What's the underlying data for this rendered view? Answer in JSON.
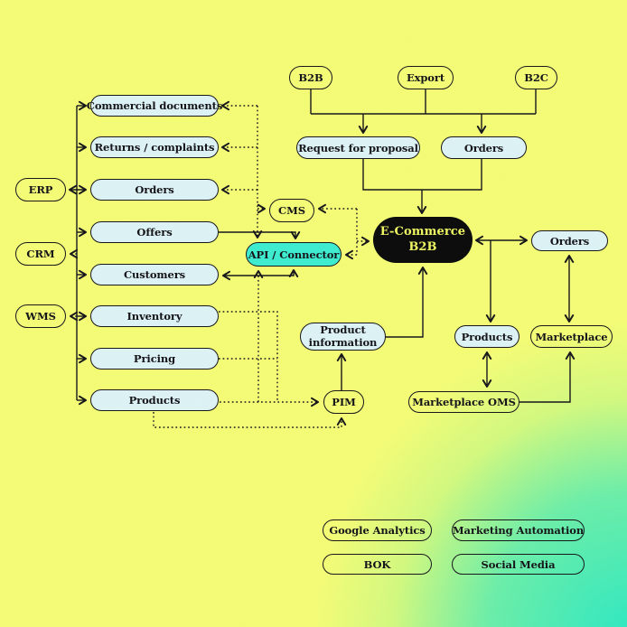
{
  "palette": {
    "base": "#f5fd77",
    "corner": "#2ee9c4",
    "line": "#17171c",
    "node_fill": "#def3f6",
    "accent_fill": "#3fedd0",
    "hub_fill": "#0d0d0d",
    "hub_text": "#eff763"
  },
  "nodes": {
    "channels": [
      "B2B",
      "Export",
      "B2C"
    ],
    "request_for_proposal": "Request for proposal",
    "orders_top": "Orders",
    "hub": {
      "line1": "E-Commerce",
      "line2": "B2B"
    },
    "modules": [
      "Commercial documents",
      "Returns / complaints",
      "Orders",
      "Offers",
      "Customers",
      "Inventory",
      "Pricing",
      "Products"
    ],
    "systems": [
      "ERP",
      "CRM",
      "WMS"
    ],
    "cms": "CMS",
    "api_connector": "API / Connector",
    "product_information": "Product information",
    "pim": "PIM",
    "orders_right": "Orders",
    "products_right": "Products",
    "marketplace": "Marketplace",
    "marketplace_oms": "Marketplace OMS",
    "tools": [
      "Google Analytics",
      "Marketing Automation",
      "BOK",
      "Social Media"
    ]
  }
}
